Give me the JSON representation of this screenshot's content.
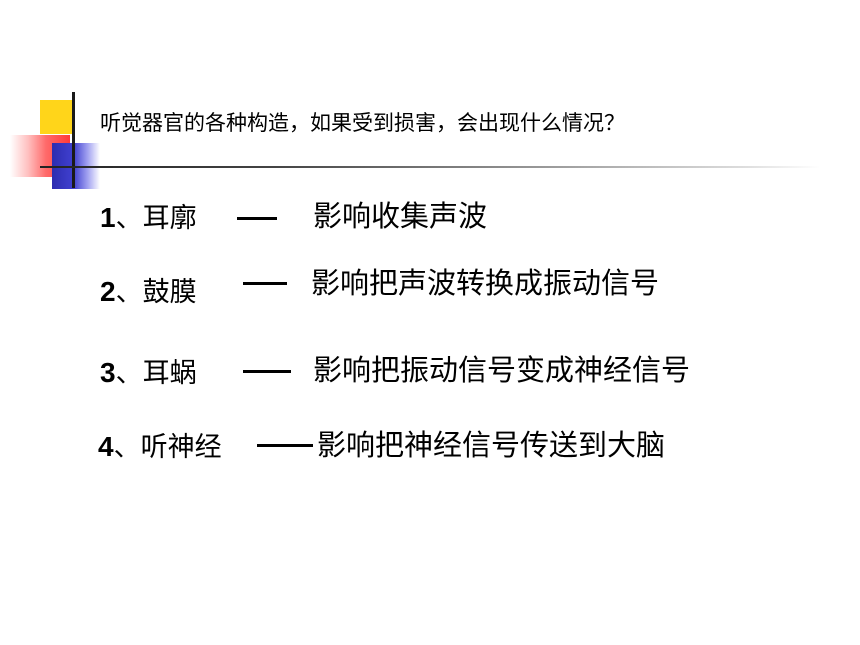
{
  "question": "听觉器官的各种构造，如果受到损害，会出现什么情况？",
  "items": [
    {
      "num": "1",
      "sep": "、",
      "part": "耳廓",
      "effect": "影响收集声波"
    },
    {
      "num": "2",
      "sep": "、",
      "part": "鼓膜",
      "effect": "影响把声波转换成振动信号"
    },
    {
      "num": "3",
      "sep": "、",
      "part": "耳蜗",
      "effect": "影响把振动信号变成神经信号"
    },
    {
      "num": "4",
      "sep": "、",
      "part": "听神经",
      "effect": "影响把神经信号传送到大脑"
    }
  ],
  "colors": {
    "ornament_yellow": "#ffd51a",
    "ornament_blue": "#2d2db0",
    "ornament_red": "#ff3a3a",
    "text": "#000000"
  }
}
